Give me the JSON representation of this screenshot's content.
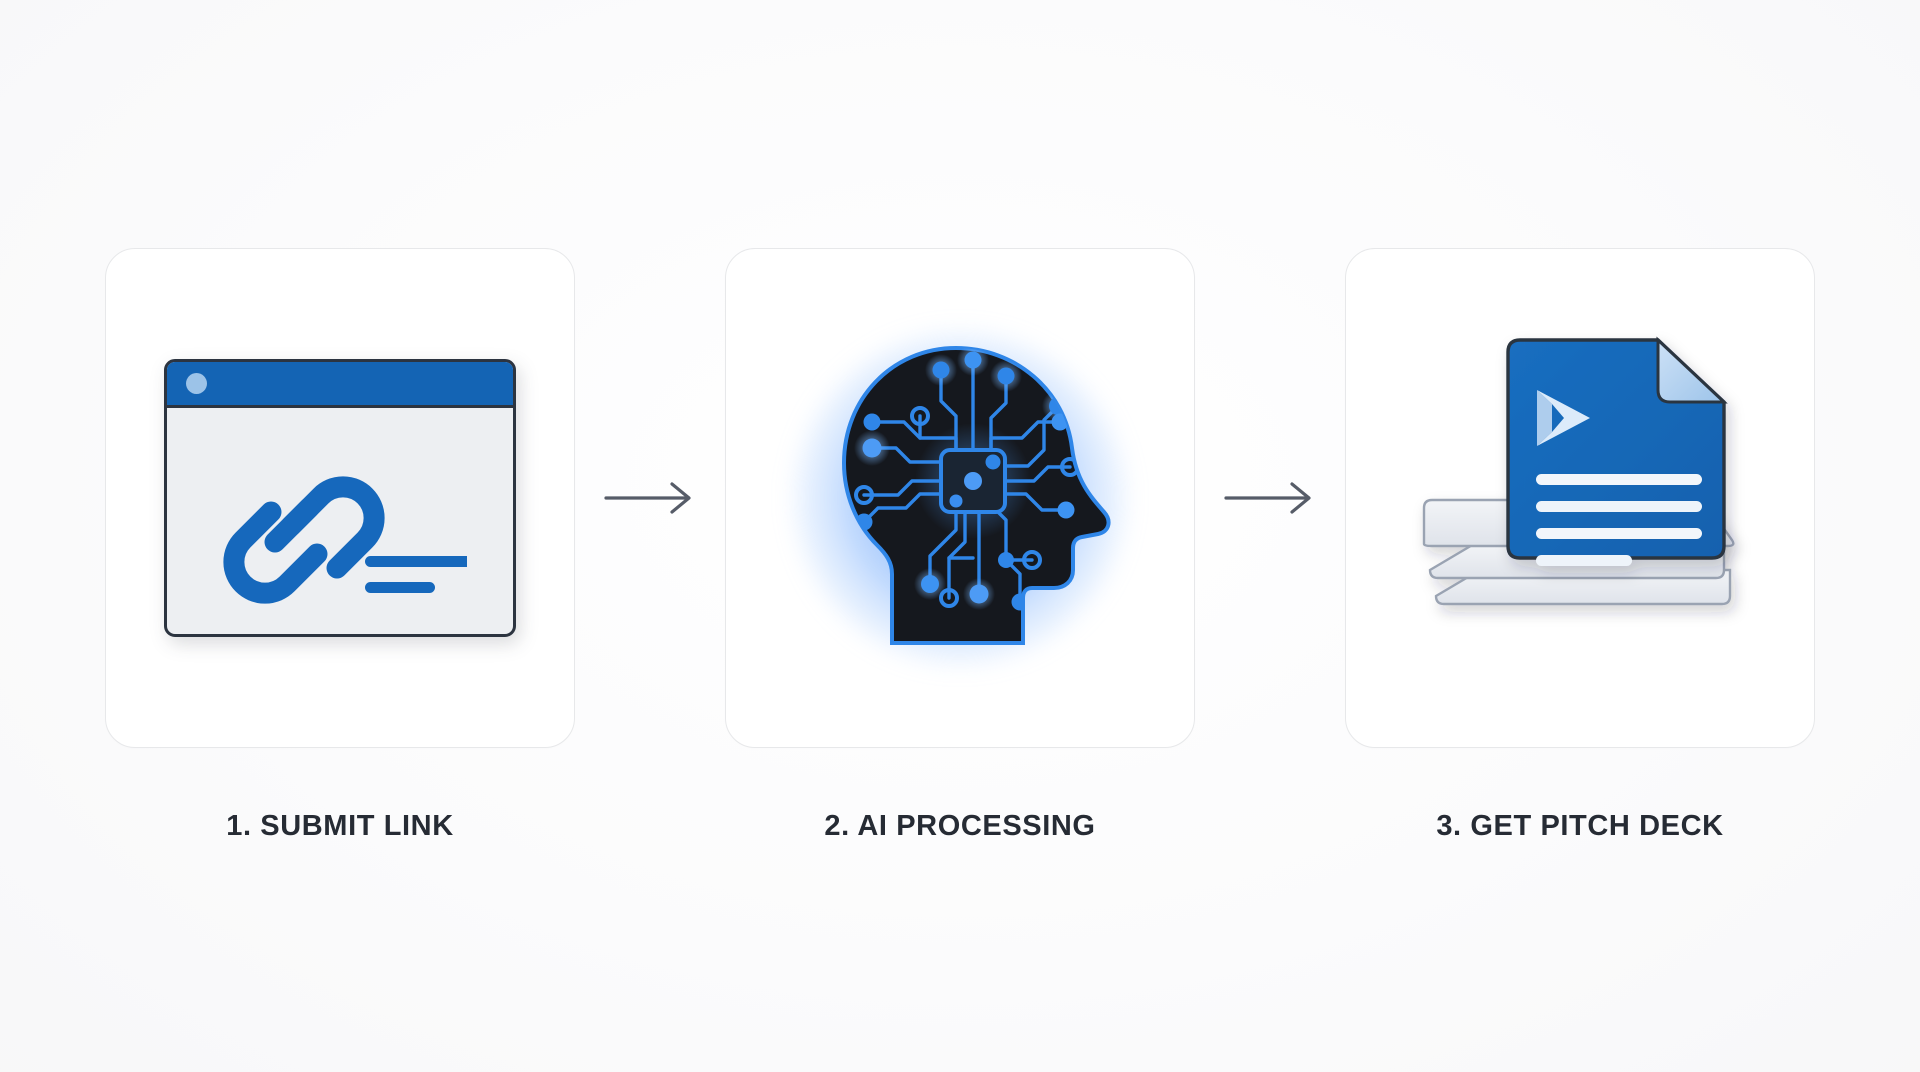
{
  "page": {
    "background_color": "#fafafa",
    "title_text_color": "#262b34",
    "accent_blue": "#1464b4",
    "icon_blue": "#1668bc",
    "glow_blue": "#3882f6",
    "arrow_color": "#565c68",
    "card_border_color": "#e7e8ea",
    "card_background": "#ffffff"
  },
  "steps": [
    {
      "index": "1",
      "label": "1. SUBMIT LINK",
      "icon": "browser-link-icon",
      "icon_parts": {
        "window_bar_color": "#1464b4",
        "window_body_color": "#edeff2",
        "window_outline_color": "#2c3440",
        "window_dot_color": "#9cc3e8",
        "chain_color": "#1668bc",
        "text_line_count": 2
      }
    },
    {
      "index": "2",
      "label": "2. AI PROCESSING",
      "icon": "ai-brain-circuit-head-icon",
      "icon_parts": {
        "head_fill_color": "#15181e",
        "circuit_trace_color": "#2f86e8",
        "halo_color": "#3882f6",
        "chip_label": "",
        "node_count": 18
      }
    },
    {
      "index": "3",
      "label": "3. GET PITCH DECK",
      "icon": "pitch-deck-document-icon",
      "icon_parts": {
        "document_color": "#1468b8",
        "folded_corner_color": "#b9d6f2",
        "document_outline_color": "#2c3440",
        "play_glyph_color": "#cfe2f6",
        "text_line_color": "#f2f6fb",
        "text_line_count": 4,
        "stack_sheet_color": "#e9ecf1",
        "stack_sheet_count": 3
      }
    }
  ],
  "arrows": [
    {
      "name": "arrow-step1-to-step2",
      "direction": "right",
      "color": "#565c68"
    },
    {
      "name": "arrow-step2-to-step3",
      "direction": "right",
      "color": "#565c68"
    }
  ]
}
